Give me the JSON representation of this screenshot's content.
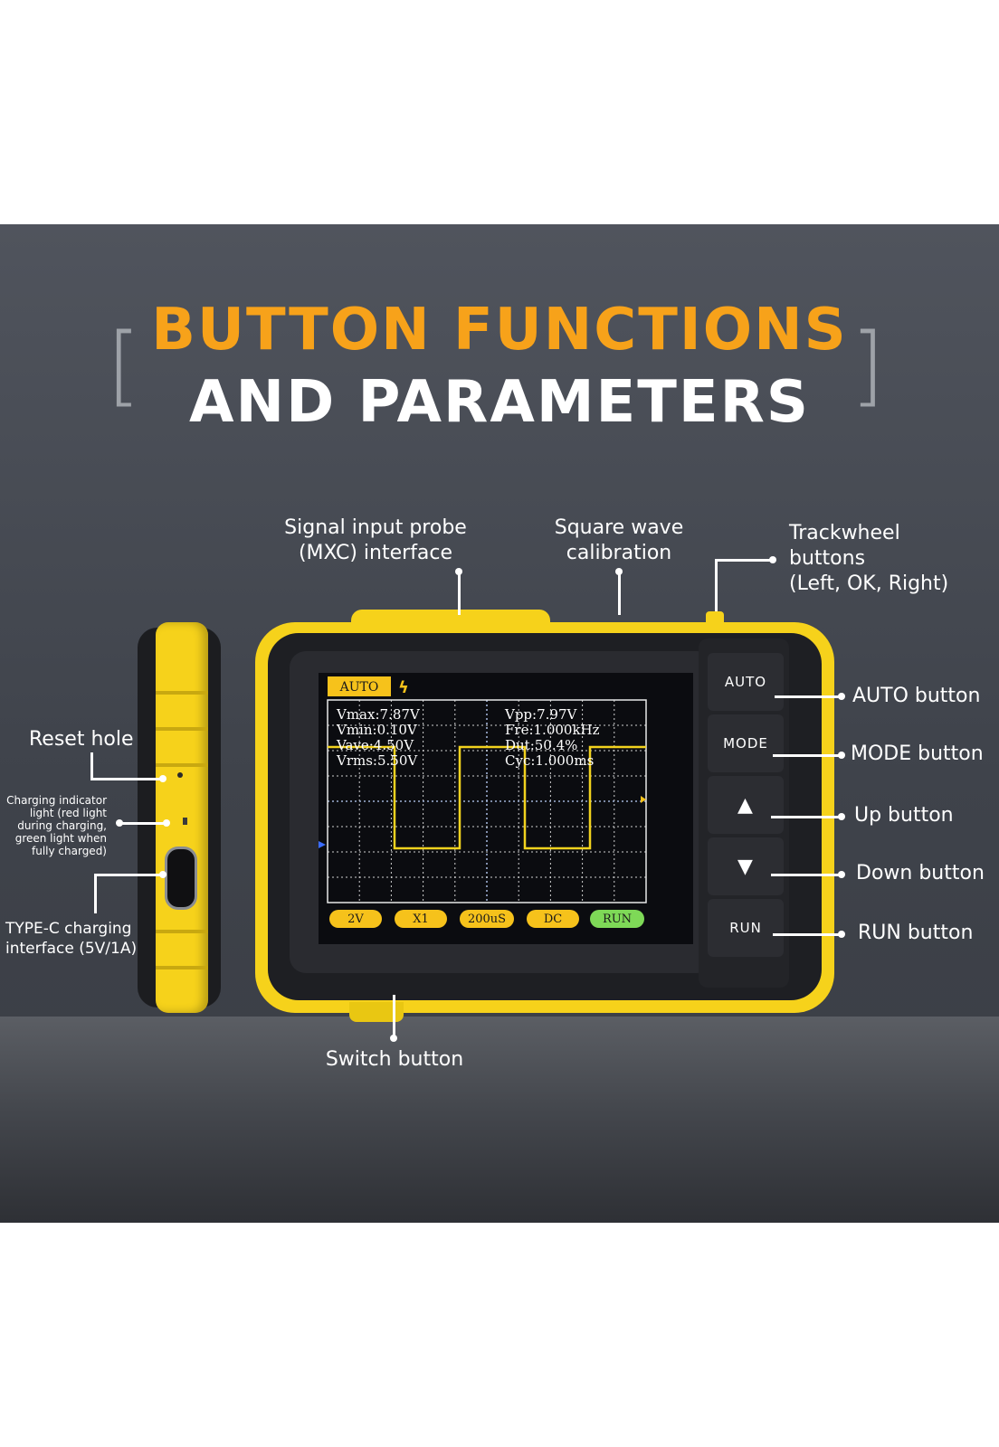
{
  "title": {
    "line1": "BUTTON FUNCTIONS",
    "line2": "AND PARAMETERS",
    "bracket_left": "[",
    "bracket_right": "]"
  },
  "callouts": {
    "signal_input": "Signal input probe\n(MXC) interface",
    "square_wave": "Square wave\ncalibration",
    "trackwheel": "Trackwheel\nbuttons\n(Left, OK, Right)",
    "auto": "AUTO button",
    "mode": "MODE button",
    "up": "Up button",
    "down": "Down button",
    "run": "RUN button",
    "switch": "Switch button",
    "reset": "Reset hole",
    "charging_indicator": "Charging indicator\nlight (red light\nduring charging,\ngreen light when\nfully charged)",
    "typec": "TYPE-C charging\ninterface (5V/1A)"
  },
  "device_keys": {
    "auto": "AUTO",
    "mode": "MODE",
    "up": "▲",
    "down": "▼",
    "run": "RUN"
  },
  "screen": {
    "mode_badge": "AUTO",
    "trigger_icon": "lightning-icon",
    "readouts_left": [
      "Vmax:7.87V",
      "Vmin:0.10V",
      "Vave:4.50V",
      "Vrms:5.50V"
    ],
    "readouts_right": [
      "Vpp:7.97V",
      "Fre:1.000kHz",
      "Dut:50.4%",
      "Cyc:1.000ms"
    ],
    "bottom_buttons": [
      "2V",
      "X1",
      "200uS",
      "DC",
      "RUN"
    ],
    "colors": {
      "grid_border": "#e8e8e8",
      "trace": "#f2d21e",
      "badge": "#f6c21b",
      "run_badge": "#7ed957",
      "channel_marker": "#3b6cff"
    }
  }
}
